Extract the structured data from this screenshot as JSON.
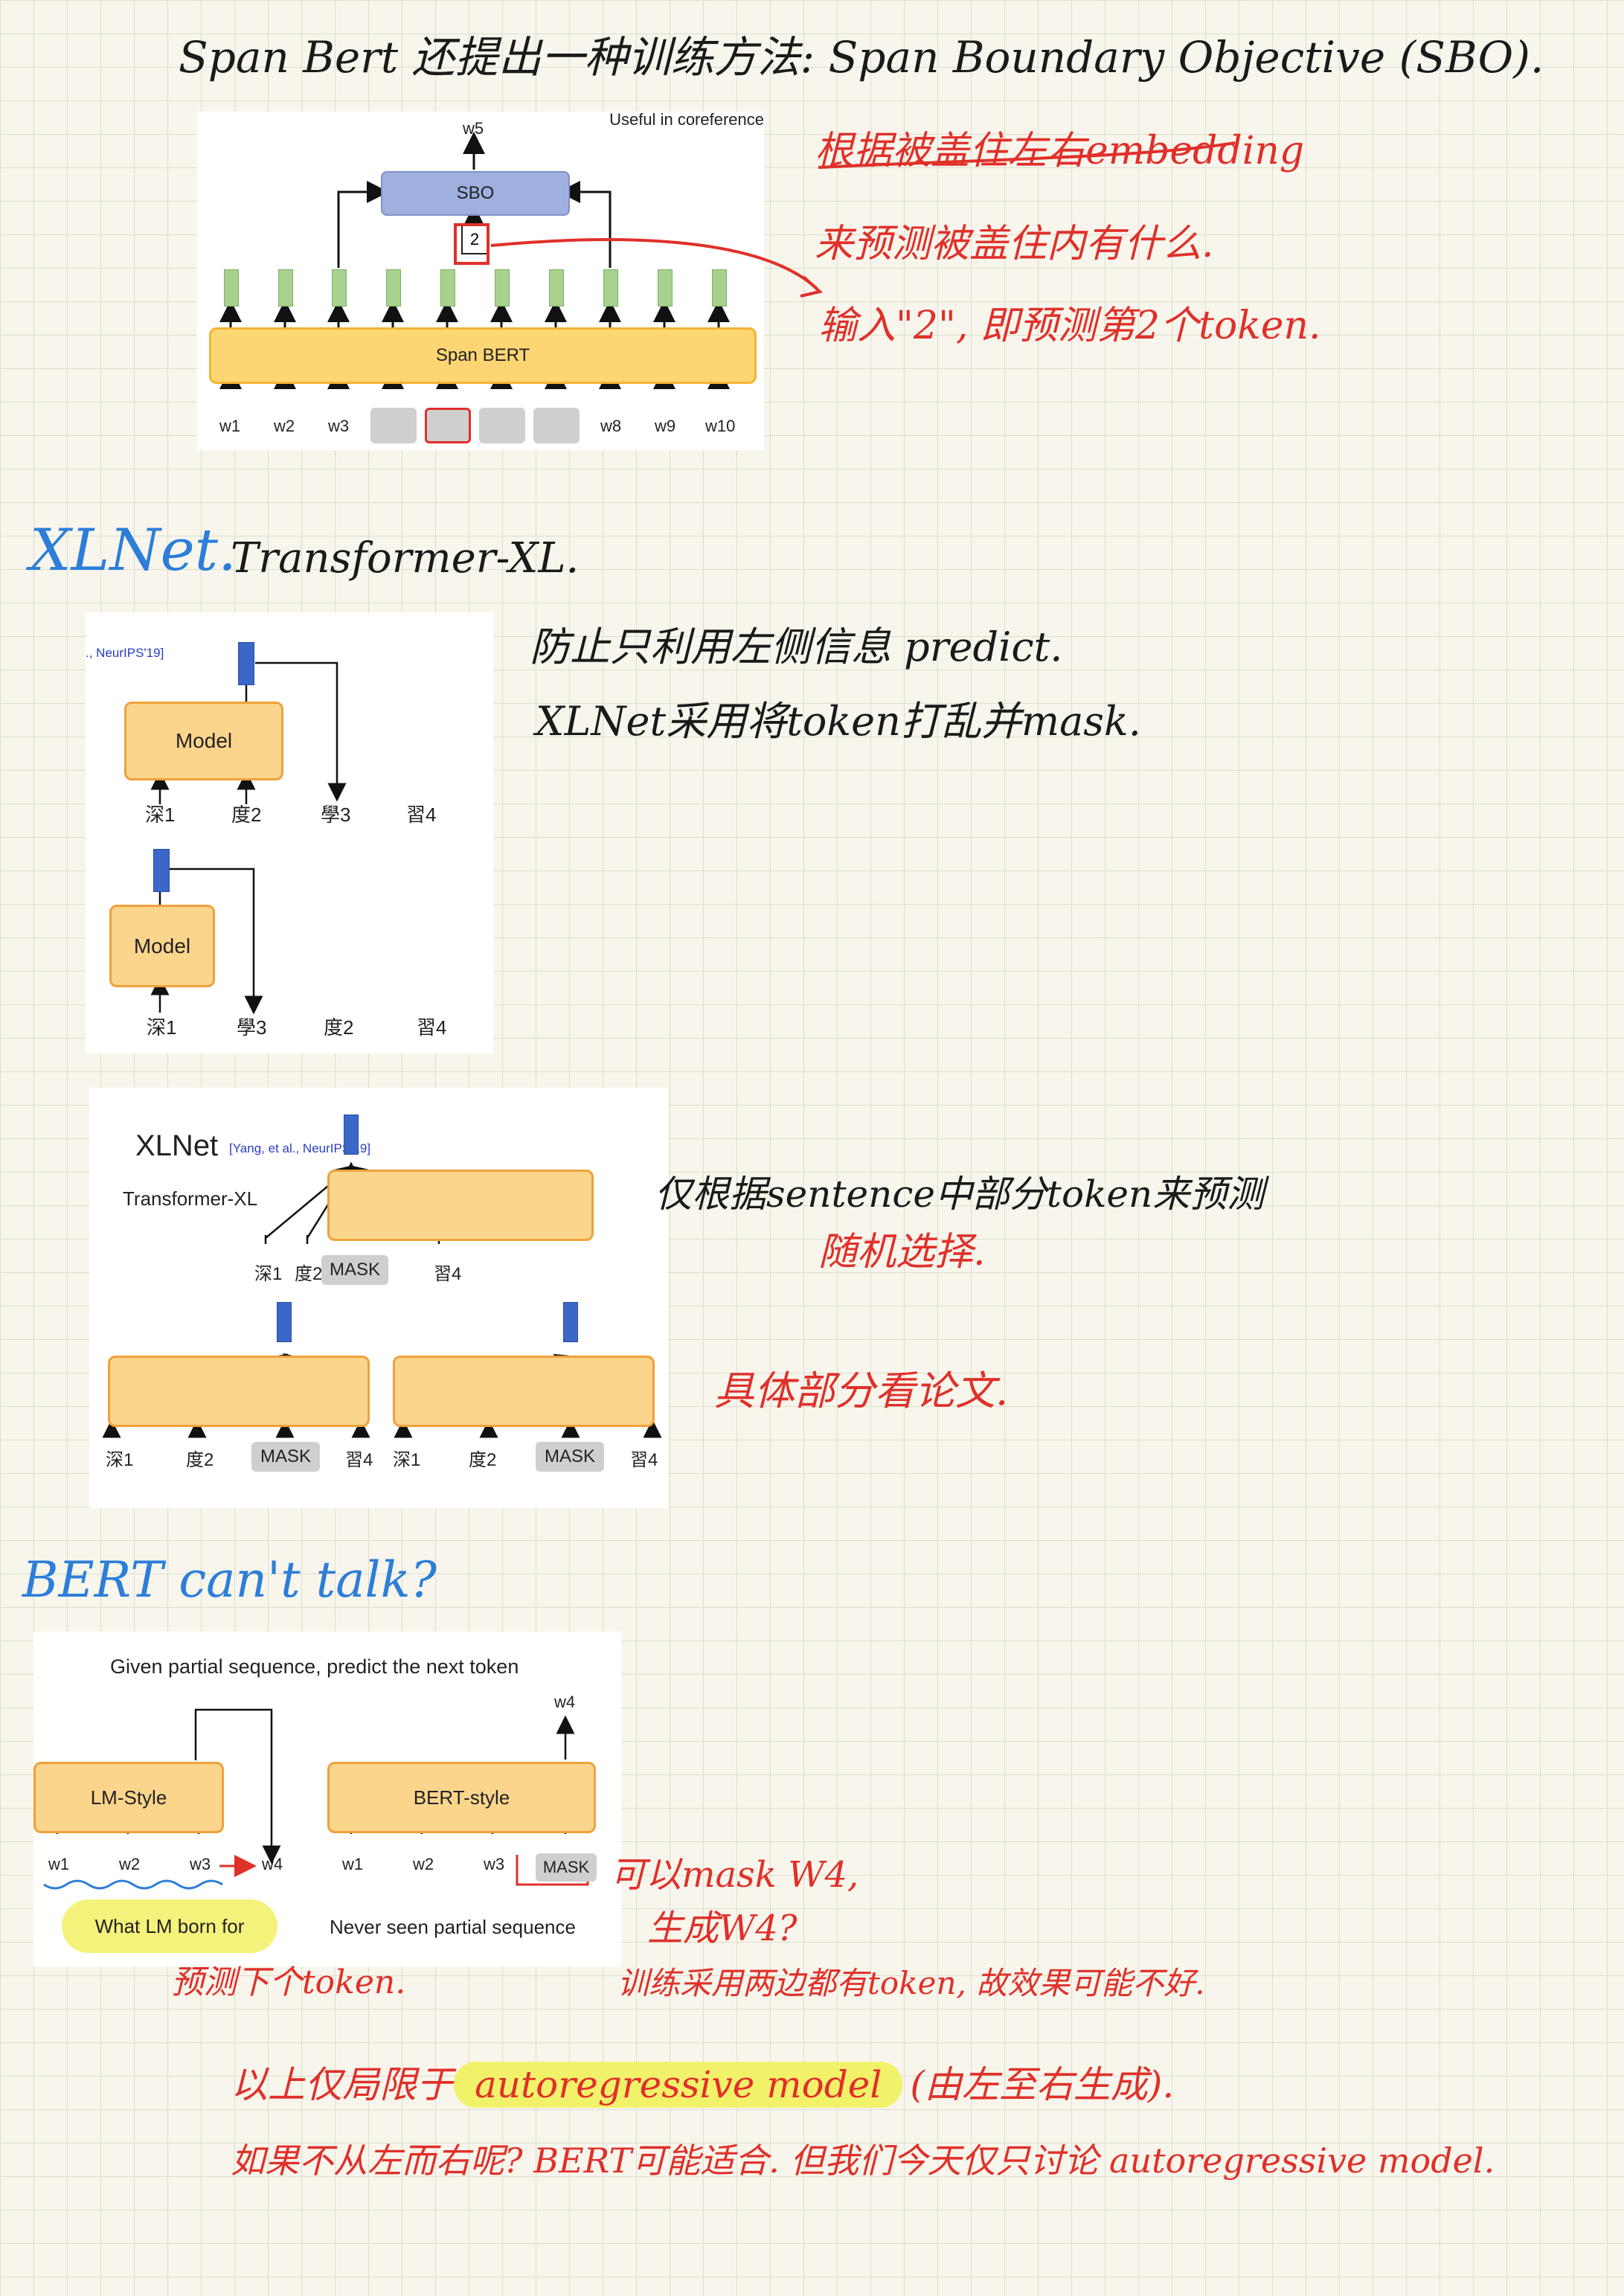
{
  "spanbert": {
    "heading": "Span Bert 还提出一种训练方法: Span Boundary Objective (SBO).",
    "panel_caption": "Useful in coreference",
    "w5": "w5",
    "sbo": "SBO",
    "pos": "2",
    "span_bert": "Span BERT",
    "inputs": [
      "w1",
      "w2",
      "w3",
      "w8",
      "w9",
      "w10"
    ],
    "notes": [
      "根据被盖住左右embedding",
      "来预测被盖住内有什么.",
      "输入\"2\", 即预测第2个token."
    ]
  },
  "xlnet_heading": {
    "title": "XLNet.",
    "subtitle": "Transformer-XL."
  },
  "xlnet_panel1": {
    "citation": "., NeurIPS'19]",
    "model": "Model",
    "row1": [
      "深1",
      "度2",
      "學3",
      "習4"
    ],
    "row2": [
      "深1",
      "學3",
      "度2",
      "習4"
    ],
    "notes": [
      "防止只利用左侧信息 predict.",
      "XLNet采用将token打乱并mask."
    ]
  },
  "xlnet_panel2": {
    "title": "XLNet",
    "citation": "[Yang, et al., NeurIPS'19]",
    "subtitle": "Transformer-XL",
    "top_tokens": [
      "深1",
      "度2",
      "MASK",
      "習4"
    ],
    "left_tokens": [
      "深1",
      "度2",
      "MASK",
      "習4"
    ],
    "right_tokens": [
      "深1",
      "度2",
      "MASK",
      "習4"
    ],
    "notes": [
      "仅根据sentence中部分token来预测",
      "随机选择.",
      "具体部分看论文."
    ]
  },
  "bert_talk": {
    "heading": "BERT can't talk?",
    "panel_title": "Given partial sequence, predict the next token",
    "lm_style": "LM-Style",
    "bert_style": "BERT-style",
    "lm_tokens": [
      "w1",
      "w2",
      "w3",
      "w4"
    ],
    "bert_tokens": [
      "w1",
      "w2",
      "w3",
      "MASK"
    ],
    "w4_out": "w4",
    "lm_caption": "What LM born for",
    "bert_caption": "Never seen partial sequence",
    "notes": [
      "预测下个token.",
      "可以mask W4,",
      "生成W4?",
      "训练采用两边都有token, 故效果可能不好."
    ]
  },
  "conclusion": {
    "line1_prefix": "以上仅局限于",
    "line1_highlight": "autoregressive model",
    "line1_suffix": "(由左至右生成).",
    "line2": "如果不从左而右呢? BERT可能适合. 但我们今天仅只讨论 autoregressive model."
  }
}
